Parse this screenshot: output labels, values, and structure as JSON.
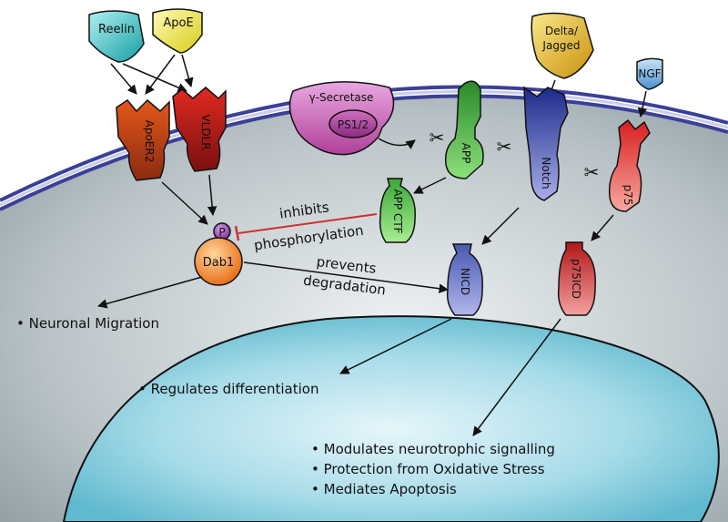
{
  "ligands": {
    "reelin": "Reelin",
    "apoe": "ApoE",
    "delta_jagged_line1": "Delta/",
    "delta_jagged_line2": "Jagged",
    "ngf": "NGF"
  },
  "receptors": {
    "apoer2": "ApoER2",
    "vldlr": "VLDLR",
    "app": "APP",
    "notch": "Notch",
    "p75": "p75"
  },
  "enzymes": {
    "gamma_secretase": "γ-Secretase",
    "ps12": "PS1/2"
  },
  "intracellular": {
    "phospho": "P",
    "dab1": "Dab1",
    "app_ctf": "APP CTF",
    "nicd": "NICD",
    "p75icd": "p75ICD"
  },
  "relations": {
    "inhibits_line1": "inhibits",
    "inhibits_line2": "phosphorylation",
    "prevents_line1": "prevents",
    "prevents_line2": "degradation"
  },
  "outcomes": {
    "neuronal_migration": "Neuronal Migration",
    "regulates_differentiation": "Regulates differentiation",
    "modulates": "Modulates neurotrophic signalling",
    "protection": "Protection from Oxidative Stress",
    "apoptosis": "Mediates Apoptosis"
  },
  "colors": {
    "reelin": "#2bb5b8",
    "apoe": "#e8e030",
    "apoer2": "#c84a18",
    "vldlr": "#b82020",
    "secretase": "#c050a8",
    "app": "#3aa838",
    "delta": "#d8a010",
    "notch": "#28389a",
    "ngf": "#5a9ed8",
    "p75": "#d83838",
    "dab1": "#f07818",
    "phospho": "#8030a0",
    "membrane": "#3a4098",
    "inhibit": "#d03030"
  }
}
